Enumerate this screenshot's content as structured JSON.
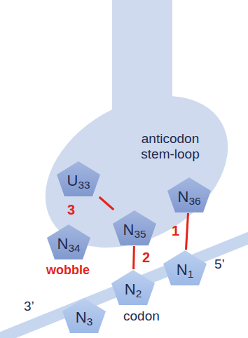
{
  "diagram": {
    "nodes": [
      {
        "text": [
          "anticodon stem-loop"
        ]
      },
      {
        "text": [
          "U33"
        ],
        "in": 0
      },
      {
        "text": [
          "N36"
        ],
        "in": 0
      },
      {
        "text": [
          "N35"
        ],
        "in": 0
      },
      {
        "text": [
          "N34"
        ],
        "in": 0
      },
      {
        "text": [
          "N1"
        ]
      },
      {
        "text": [
          "N2"
        ]
      },
      {
        "text": [
          "N3"
        ]
      }
    ],
    "edges": [
      {
        "from": 2,
        "to": 5,
        "arrow": "none",
        "label": "1"
      },
      {
        "from": 3,
        "to": 6,
        "arrow": "none",
        "label": "2"
      },
      {
        "from": 1,
        "to": 3,
        "arrow": "none",
        "label": "3"
      }
    ],
    "labels": [
      "5’",
      "wobble",
      "codon",
      "3’"
    ]
  }
}
